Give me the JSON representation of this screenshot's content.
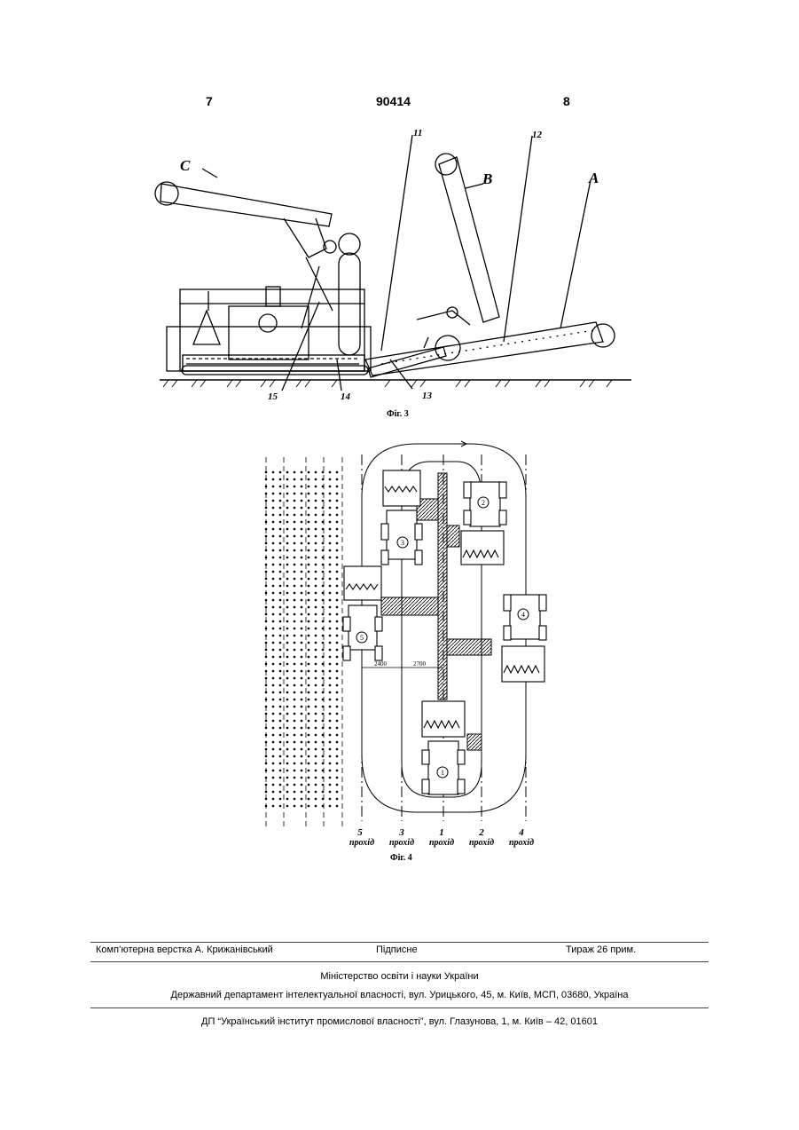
{
  "header": {
    "page_left": "7",
    "patent_number": "90414",
    "page_right": "8"
  },
  "figure3": {
    "caption": "Фіг. 3",
    "labels": {
      "C": "C",
      "B": "B",
      "A": "A",
      "n11": "11",
      "n12": "12",
      "n13": "13",
      "n14": "14",
      "n15": "15"
    }
  },
  "figure4": {
    "caption": "Фіг. 4",
    "dims": {
      "d1": "2400",
      "d2": "2700"
    },
    "machines": [
      "1",
      "2",
      "3",
      "4",
      "5"
    ],
    "passes": [
      {
        "num": "5",
        "word": "прохід"
      },
      {
        "num": "3",
        "word": "прохід"
      },
      {
        "num": "1",
        "word": "прохід"
      },
      {
        "num": "2",
        "word": "прохід"
      },
      {
        "num": "4",
        "word": "прохід"
      }
    ]
  },
  "footer": {
    "typesetting": "Комп’ютерна верстка А. Крижанівський",
    "signed": "Підписне",
    "circulation": "Тираж 26 прим.",
    "ministry": "Міністерство освіти і науки України",
    "department": "Державний департамент інтелектуальної власності, вул. Урицького, 45, м. Київ, МСП, 03680, Україна",
    "institute": "ДП “Український інститут промислової власності”, вул. Глазунова, 1, м. Київ – 42, 01601"
  }
}
